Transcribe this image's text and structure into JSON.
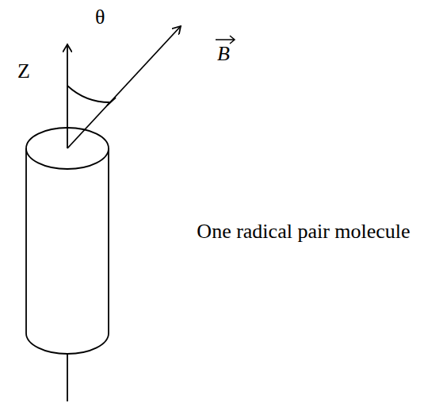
{
  "diagram": {
    "labels": [
      "θ",
      "Z",
      "B",
      "One radical pair molecule"
    ]
  }
}
